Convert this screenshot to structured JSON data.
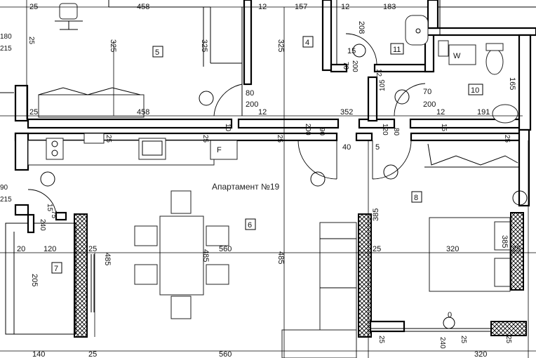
{
  "plan": {
    "title": "Апартамент №19",
    "rooms": [
      "5",
      "4",
      "11",
      "10",
      "6",
      "8",
      "7"
    ],
    "fixtures": {
      "washer": "W",
      "fridge": "F"
    },
    "dims": {
      "d25a": "25",
      "d458a": "458",
      "d12a": "12",
      "d157": "157",
      "d12b": "12",
      "d183": "183",
      "d180": "180",
      "d215a": "215",
      "d25v1": "25",
      "d325a": "325",
      "d325b": "325",
      "d325c": "325",
      "d208": "208",
      "d15a": "15",
      "d70a": "70",
      "d200a": "200",
      "d12v": "12",
      "d80a": "80",
      "d200b": "200",
      "d105": "105",
      "d70b": "70",
      "d200c": "200",
      "d165": "165",
      "d25b": "25",
      "d458b": "458",
      "d12c": "12",
      "d352": "352",
      "d12d": "12",
      "d191": "191",
      "d10": "10",
      "d200v": "200",
      "d90a": "90",
      "d120": "120",
      "d80v": "80",
      "d15v": "15",
      "d25v2": "25",
      "d25v3": "25",
      "d25v4": "25",
      "d40": "40",
      "d5": "5",
      "d25v5": "25",
      "d90b": "90",
      "d215b": "215",
      "d15b": "15",
      "d75": "75",
      "d240a": "240",
      "d20": "20",
      "d120b": "120",
      "d25c": "25",
      "d560a": "560",
      "d25d": "25",
      "d320a": "320",
      "d25e": "25",
      "d485a": "485",
      "d485b": "485",
      "d485c": "485",
      "d385a": "385",
      "d385b": "385",
      "d205": "205",
      "d140": "140",
      "d25f": "25",
      "d560b": "560",
      "d0": "0",
      "d240b": "240",
      "d25g": "25",
      "d25h": "25",
      "d320b": "320",
      "d25i": "25"
    }
  }
}
